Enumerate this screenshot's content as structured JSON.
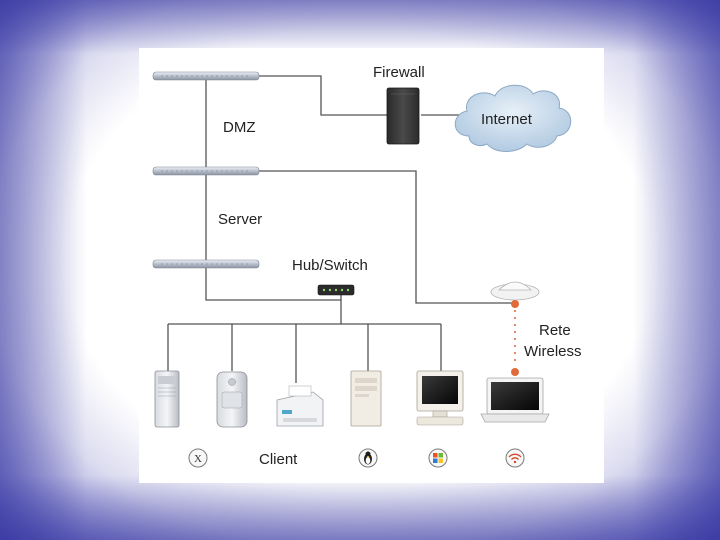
{
  "diagram": {
    "labels": {
      "firewall": "Firewall",
      "internet": "Internet",
      "dmz": "DMZ",
      "server": "Server",
      "hub_switch": "Hub/Switch",
      "rete": "Rete",
      "wireless": "Wireless",
      "client": "Client"
    },
    "client_os_icons": [
      "mac-os-x-icon",
      "linux-tux-icon",
      "windows-icon",
      "wifi-icon"
    ],
    "client_devices": [
      "tower-computer",
      "power-mac",
      "printer",
      "pc-tower",
      "desktop-monitor",
      "laptop"
    ],
    "colors": {
      "frame": "#3434a0",
      "line": "#555555",
      "wireless_link": "#e06a3a",
      "cloud": "#c8dcee"
    }
  }
}
